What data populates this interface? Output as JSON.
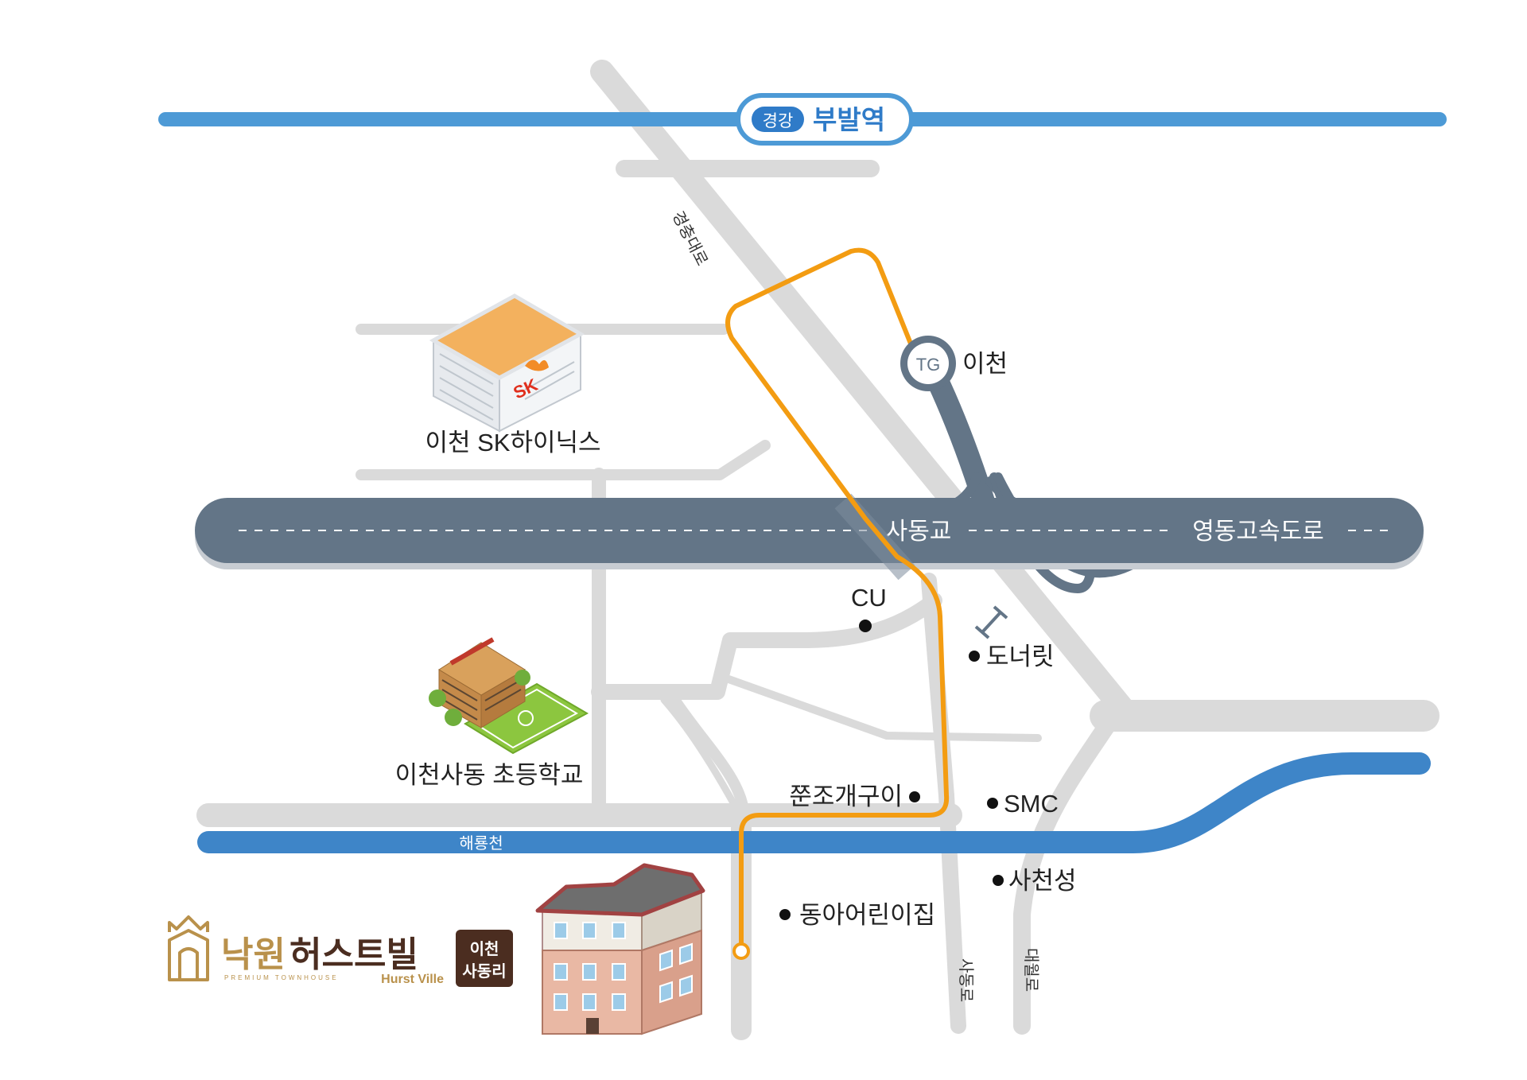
{
  "colors": {
    "minor_road": "#dadada",
    "highway": "#637587",
    "route": "#f39c12",
    "rail": "#4d9ad6",
    "river": "#3e85c8",
    "text": "#222222",
    "brand_gold": "#b9914b",
    "brand_brown": "#4b2d20"
  },
  "station": {
    "line": "경강",
    "name": "부발역"
  },
  "tollgate": {
    "badge": "TG",
    "name": "이천"
  },
  "highway": {
    "bridge_label": "사동교",
    "name": "영동고속도로"
  },
  "roads": {
    "diagonal": "경충대로",
    "vertical_1": "사동로",
    "vertical_2": "대월로"
  },
  "landmarks": {
    "sk": {
      "label": "이천 SK하이닉스",
      "logo_text": "SK",
      "icon": "building-icon"
    },
    "school": {
      "label": "이천사동 초등학교",
      "icon": "school-icon"
    }
  },
  "pois": {
    "cu": "CU",
    "donerit": "도너릿",
    "jjun": "쭌조개구이",
    "smc": "SMC",
    "sacheon": "사천성",
    "donga": "동아어린이집"
  },
  "river": {
    "name": "해룡천"
  },
  "brand": {
    "name_part1": "낙원",
    "name_part2": "허스트빌",
    "tagline": "PREMIUM TOWNHOUSE",
    "english": "Hurst Ville",
    "badge_line1": "이천",
    "badge_line2": "사동리",
    "icon": "crown-house-icon"
  }
}
